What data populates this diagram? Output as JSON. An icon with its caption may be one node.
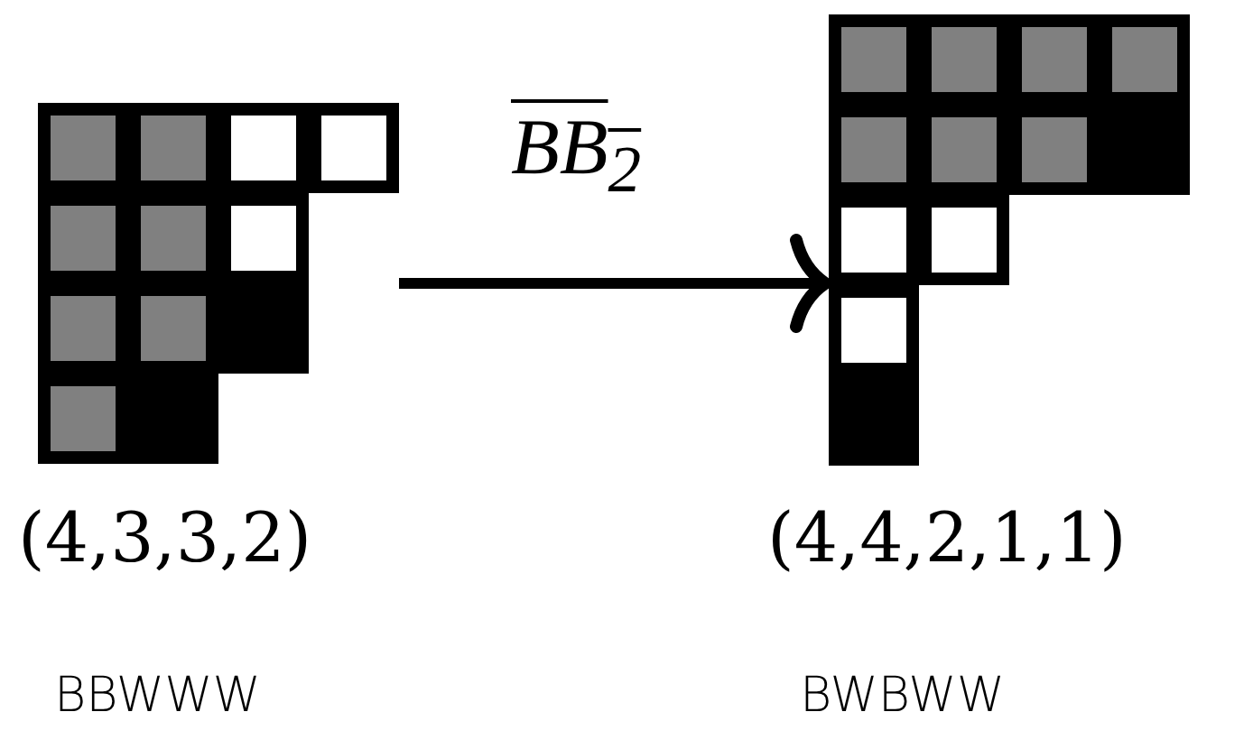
{
  "diagram": {
    "nodes": [
      {
        "text": [],
        "shape": "grid",
        "beside": [
          "(4,3,3,2)",
          "BBWWW"
        ]
      },
      {
        "text": [],
        "shape": "grid",
        "beside": [
          "(4,4,2,1,1)",
          "BWBWW"
        ]
      }
    ],
    "edges": [
      {
        "from": 0,
        "to": 1,
        "arrow": "to",
        "label": "BB$_{2}$"
      }
    ]
  }
}
